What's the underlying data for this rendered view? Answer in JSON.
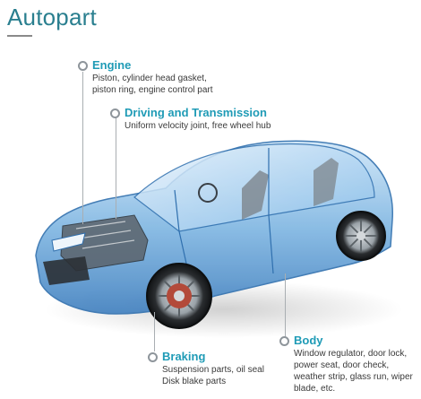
{
  "title": "Autopart",
  "callouts": {
    "engine": {
      "heading": "Engine",
      "desc": "Piston, cylinder head gasket,\npiston ring, engine control part"
    },
    "driving": {
      "heading": "Driving and Transmission",
      "desc": "Uniform velocity joint, free wheel hub"
    },
    "braking": {
      "heading": "Braking",
      "desc": "Suspension parts, oil seal\nDisk blake parts"
    },
    "body": {
      "heading": "Body",
      "desc": "Window regulator, door lock,\npower seat, door check,\nweather strip, glass run, wiper\nblade, etc."
    }
  },
  "colors": {
    "title": "#2a7f8f",
    "heading": "#1f9bb6",
    "car_glass": "#6fb3e6",
    "car_frame": "#2f6fae"
  }
}
